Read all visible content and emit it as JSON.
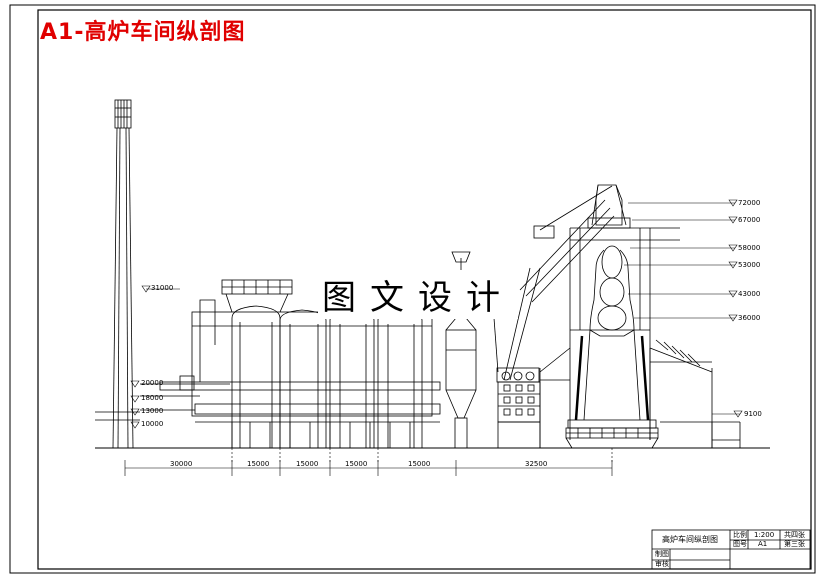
{
  "drawing_title": "A1-高炉车间纵剖图",
  "watermark": "图文设计",
  "elevation_marks": [
    "72000",
    "67000",
    "58000",
    "53000",
    "43000",
    "36000",
    "9100"
  ],
  "left_level_marks": [
    "31000",
    "20000",
    "18000",
    "13000",
    "10000"
  ],
  "dimensions": [
    "30000",
    "15000",
    "15000",
    "15000",
    "15000",
    "32500"
  ],
  "title_block": {
    "name": "高炉车间纵剖图",
    "scale_label": "比例",
    "scale_value": "1:200",
    "total_label": "共四张",
    "drawing_no_label": "图号",
    "drawing_no_value": "A1",
    "sheet_label": "第三张",
    "drawn_label": "制图",
    "checked_label": "审核"
  }
}
